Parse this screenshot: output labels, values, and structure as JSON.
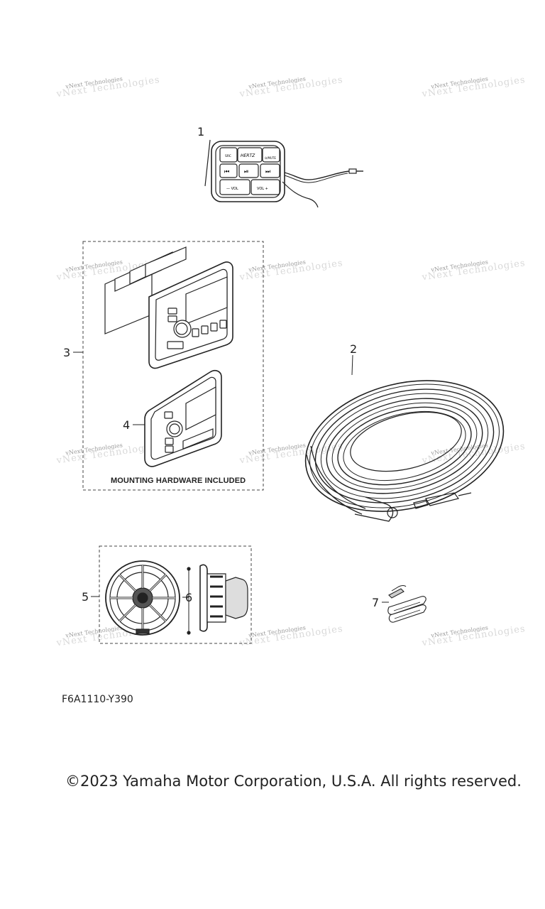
{
  "watermark": "vNext Technologies",
  "watermark_ghost": "vNext Technologies",
  "callouts": {
    "c1": "1",
    "c2": "2",
    "c3": "3",
    "c4": "4",
    "c5": "5",
    "c6": "6",
    "c7": "7"
  },
  "remote_buttons": {
    "src": "SRC",
    "brand": "HERTZ",
    "pwr": "⏻/MUTE",
    "prev": "⏮",
    "play": "⏯",
    "next": "⏭",
    "vol_down": "— VOL",
    "vol_up": "VOL +"
  },
  "mounting_note": "MOUNTING HARDWARE INCLUDED",
  "figure_code": "F6A1110-Y390",
  "copyright": "©2023 Yamaha Motor Corporation, U.S.A. All rights reserved."
}
